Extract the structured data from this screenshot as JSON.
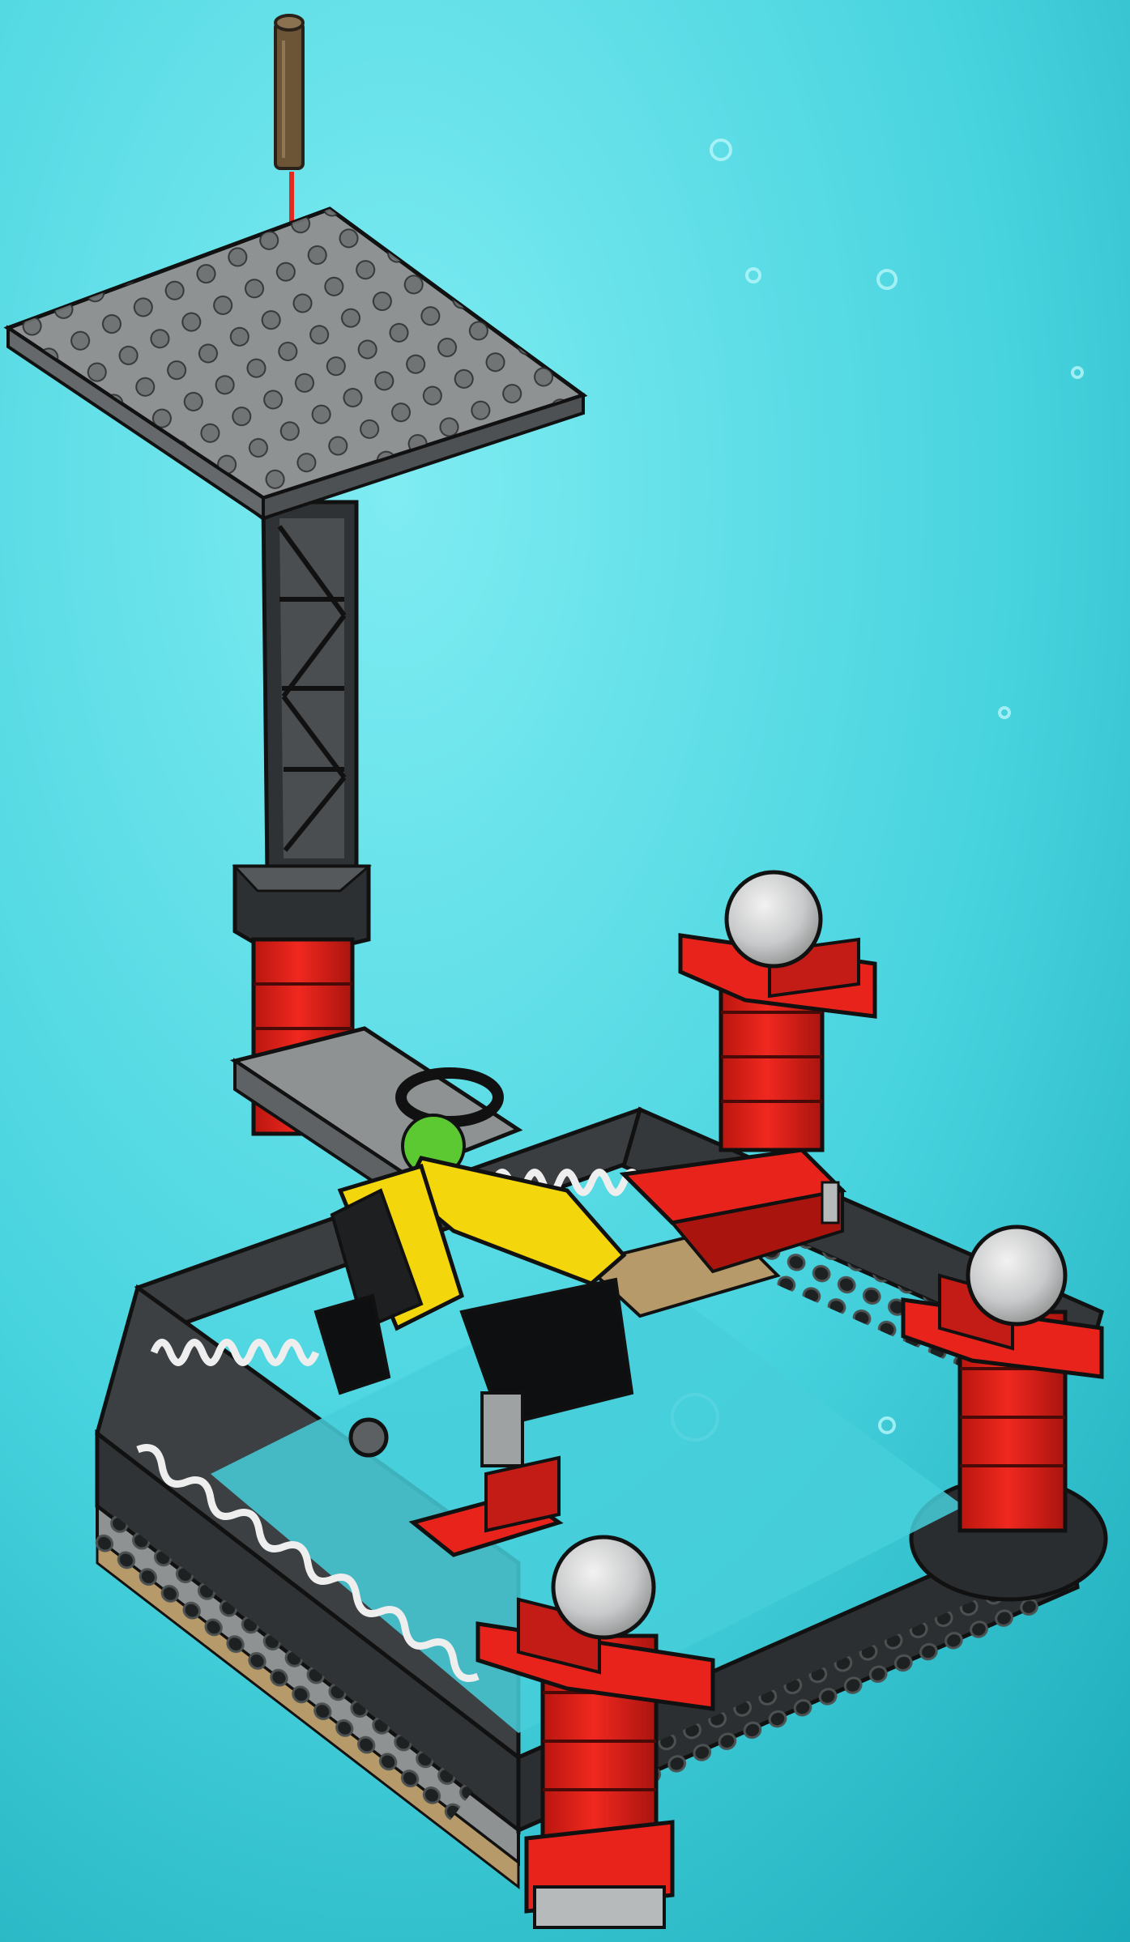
{
  "illustration": {
    "kind": "building-instruction-step",
    "text_content": "none",
    "callout": {
      "part": "antenna-pin",
      "direction": "down"
    },
    "assembly": {
      "top_plate_studs": "8x8",
      "tower": "lattice-mast",
      "floats": [
        "red-column-with-globe",
        "red-column-with-globe",
        "red-column-with-globe"
      ],
      "frame": "dark-gray-technic-square",
      "minifigure": "yellow-diver-with-green-head"
    },
    "colors": {
      "water_light": "#5fe0ea",
      "water_dark": "#1fb7c4",
      "plate_gray": "#8f9293",
      "tower_gray": "#3c3f41",
      "frame_dark": "#34383a",
      "red": "#e8231c",
      "red_dark": "#a9140f",
      "globe": "#c9cacb",
      "yellow": "#f3d60c",
      "tan": "#b79a69",
      "arrow": "#e4291f",
      "pin_brown": "#6c5537"
    }
  }
}
